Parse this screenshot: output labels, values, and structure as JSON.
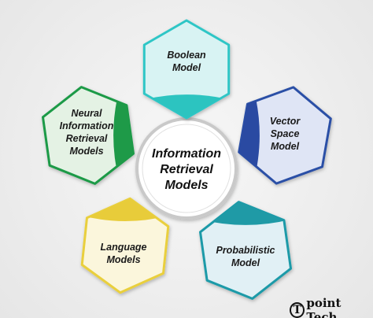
{
  "center": {
    "label": "Information\nRetrieval\nModels"
  },
  "nodes": [
    {
      "id": "boolean",
      "label": "Boolean\nModel",
      "fill": "#d8f3f3",
      "border": "#2ec6c6",
      "accent": "#2cc4c0"
    },
    {
      "id": "vector",
      "label": "Vector\nSpace\nModel",
      "fill": "#dfe5f5",
      "border": "#2c4fa6",
      "accent": "#2a4aa2"
    },
    {
      "id": "probabilistic",
      "label": "Probabilistic\nModel",
      "fill": "#e1f0f5",
      "border": "#1a9aa8",
      "accent": "#1f9aa6"
    },
    {
      "id": "language",
      "label": "Language\nModels",
      "fill": "#fbf6dc",
      "border": "#e9cf3c",
      "accent": "#e8cc3a"
    },
    {
      "id": "neural",
      "label": "Neural\nInformation\nRetrieval\nModels",
      "fill": "#e4f2e4",
      "border": "#1a9a46",
      "accent": "#1e9a48"
    }
  ],
  "brand": {
    "mark": "T",
    "name": "point Tech"
  }
}
